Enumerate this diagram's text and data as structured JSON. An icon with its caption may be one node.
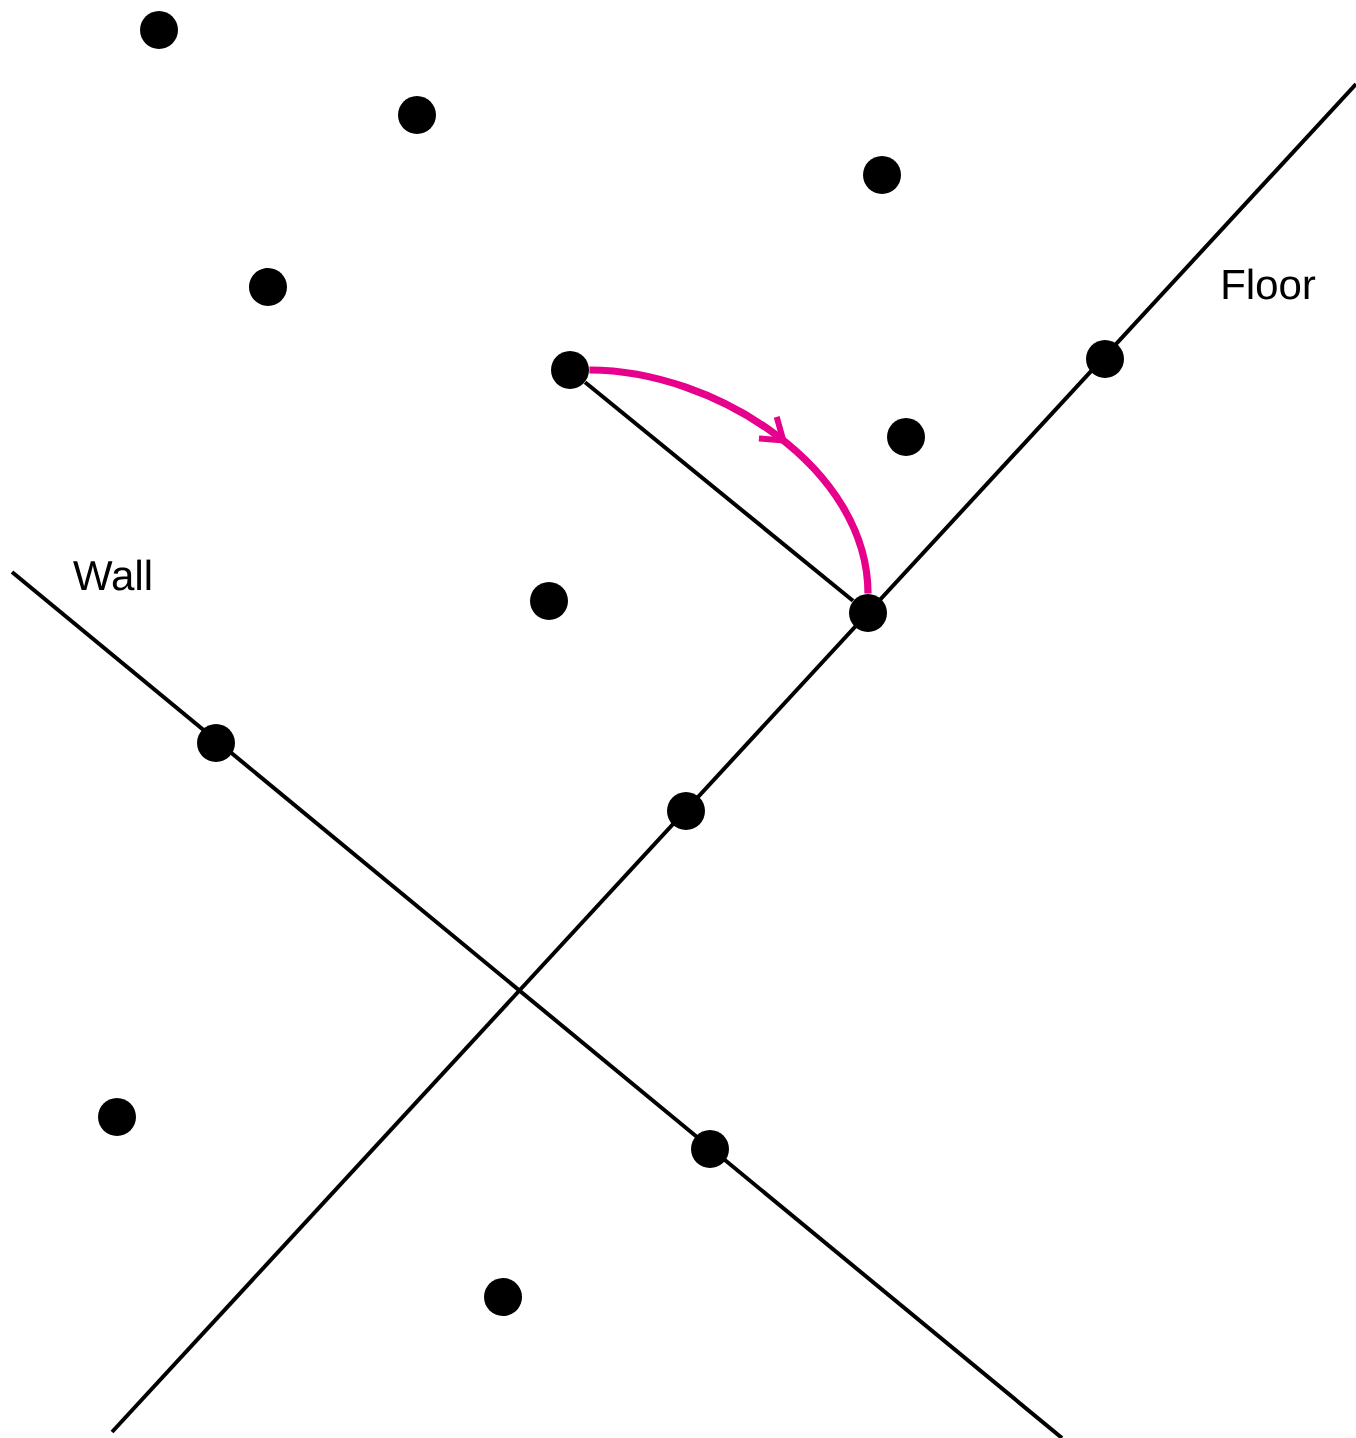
{
  "diagram": {
    "nodes": [
      {
        "text": [],
        "shape": "circle"
      },
      {
        "text": [],
        "shape": "circle"
      },
      {
        "text": [],
        "shape": "circle"
      },
      {
        "text": [],
        "shape": "circle"
      },
      {
        "text": [],
        "shape": "circle"
      },
      {
        "text": [],
        "shape": "circle"
      },
      {
        "text": [],
        "shape": "circle"
      },
      {
        "text": [],
        "shape": "circle"
      },
      {
        "text": [],
        "shape": "circle"
      },
      {
        "text": [],
        "shape": "circle"
      },
      {
        "text": [],
        "shape": "circle"
      },
      {
        "text": [],
        "shape": "circle"
      },
      {
        "text": [],
        "shape": "circle"
      },
      {
        "text": [],
        "shape": "circle"
      }
    ],
    "edges": [
      {
        "from": 5,
        "to": 8,
        "arrow": "none"
      },
      {
        "from": 5,
        "to": 8,
        "arrow": "to",
        "style": "thick",
        "color": "#e6008c"
      }
    ],
    "labels": [
      "Wall",
      "Floor"
    ]
  }
}
